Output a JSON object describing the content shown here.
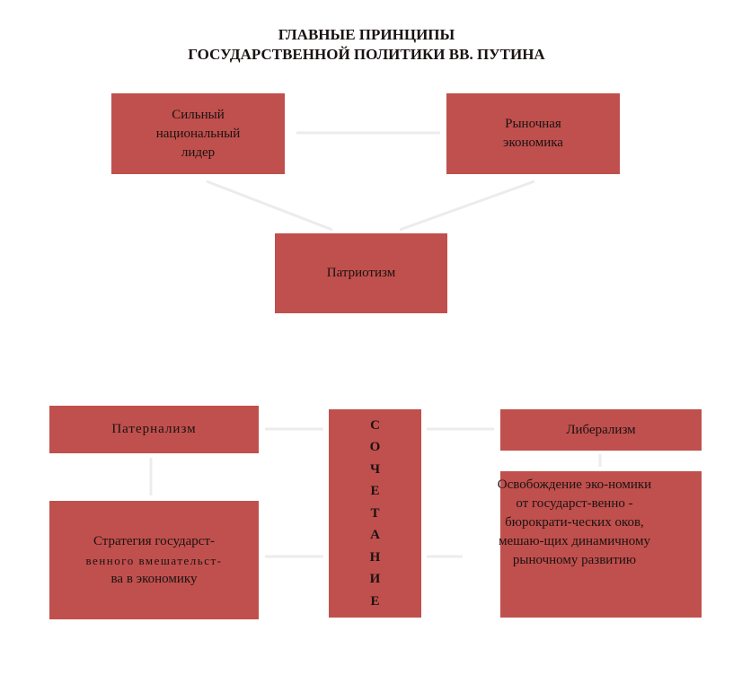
{
  "title": {
    "line1": "ГЛАВНЫЕ ПРИНЦИПЫ",
    "line2": "ГОСУДАРСТВЕННОЙ ПОЛИТИКИ ВВ. ПУТИНА"
  },
  "top": {
    "leader": [
      "Сильный",
      "национальный",
      "лидер"
    ],
    "market": [
      "Рыночная",
      "экономика"
    ],
    "patriotism": "Патриотизм"
  },
  "bottom": {
    "paternalism": "Патернализм",
    "combination_letters": [
      "С",
      "О",
      "Ч",
      "Е",
      "Т",
      "А",
      "Н",
      "И",
      "Е"
    ],
    "liberalism": "Либерализм",
    "strategy": [
      "Стратегия государст-",
      "венного вмешательст-",
      "ва в экономику"
    ],
    "liberation": [
      "Освобождение эко-номики",
      "от государст-венно -",
      "бюрократи-ческих оков,",
      "мешаю-щих динамичному",
      "рыночному развитию"
    ]
  },
  "colors": {
    "box": "#c0504d",
    "connector": "#eeeeee"
  }
}
